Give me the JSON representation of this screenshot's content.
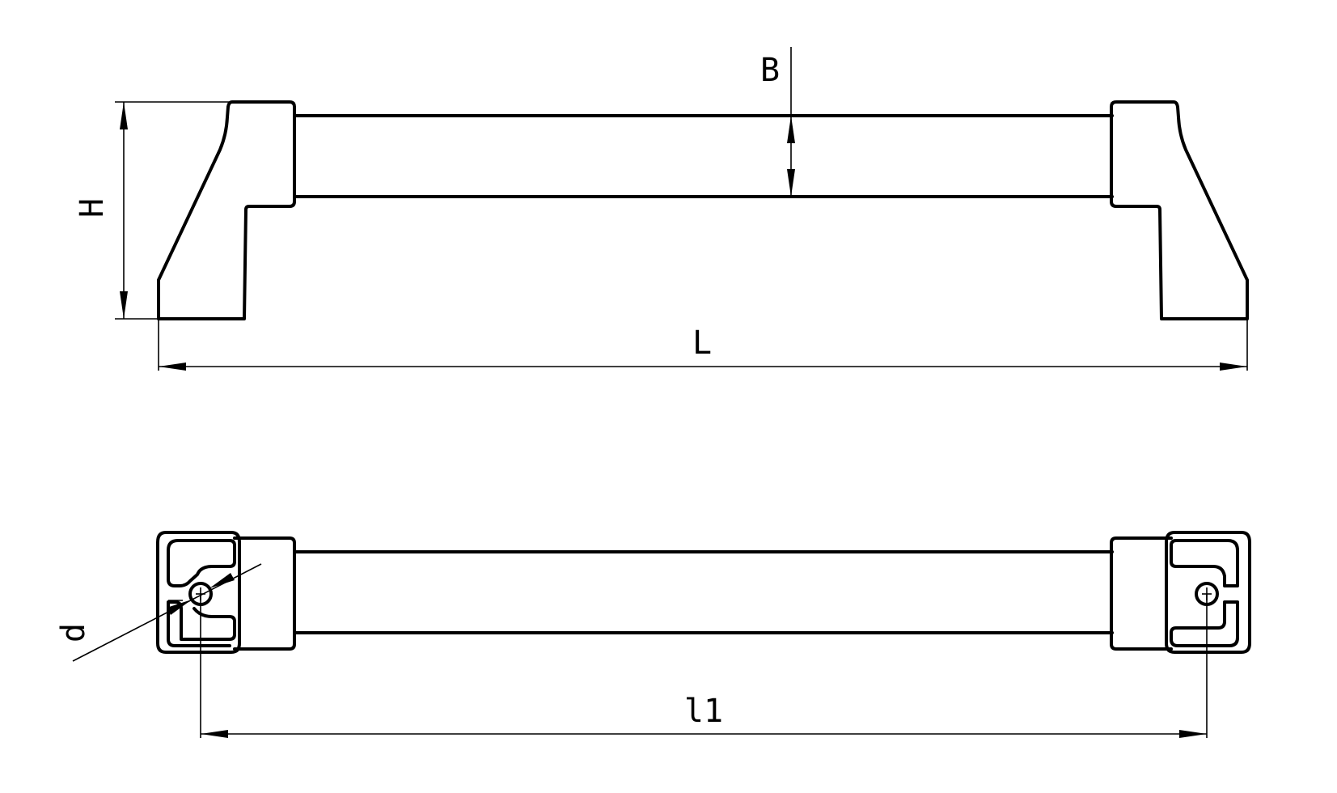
{
  "diagram": {
    "views": [
      "side-view",
      "top-view"
    ],
    "colors": {
      "line": "#000000",
      "background": "#ffffff"
    },
    "labels": {
      "B": "B",
      "H": "H",
      "L": "L",
      "d": "d",
      "l1": "l1"
    }
  }
}
